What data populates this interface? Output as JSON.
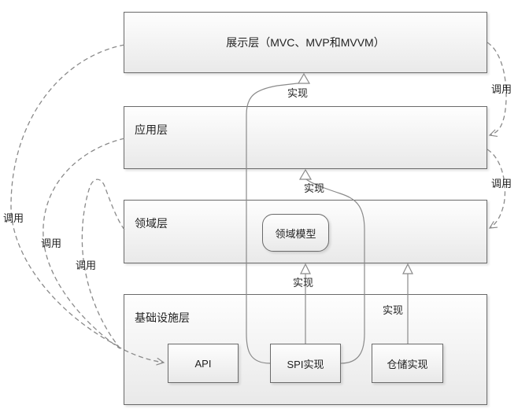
{
  "diagram": {
    "title_hint": "DDD layered architecture diagram",
    "layers": [
      {
        "id": "presentation",
        "label": "展示层（MVC、MVP和MVVM）"
      },
      {
        "id": "application",
        "label": "应用层"
      },
      {
        "id": "domain",
        "label": "领域层"
      },
      {
        "id": "infrastructure",
        "label": "基础设施层"
      }
    ],
    "nodes": [
      {
        "id": "domain-model",
        "label": "领域模型",
        "shape": "rounded-rect"
      },
      {
        "id": "api",
        "label": "API",
        "shape": "rect"
      },
      {
        "id": "spi-impl",
        "label": "SPI实现",
        "shape": "rect"
      },
      {
        "id": "repo-impl",
        "label": "仓储实现",
        "shape": "rect"
      }
    ],
    "connectors": [
      {
        "from": "presentation",
        "to": "api",
        "type": "call-dashed",
        "label": "调用"
      },
      {
        "from": "application",
        "to": "api",
        "type": "call-dashed",
        "label": "调用"
      },
      {
        "from": "domain",
        "to": "api",
        "type": "call-dashed",
        "label": "调用"
      },
      {
        "from": "presentation",
        "to": "application",
        "type": "call-dashed",
        "label": "调用"
      },
      {
        "from": "application",
        "to": "domain",
        "type": "call-dashed",
        "label": "调用"
      },
      {
        "from": "spi-impl",
        "to": "presentation",
        "type": "realization",
        "label": "实现"
      },
      {
        "from": "spi-impl",
        "to": "application",
        "type": "realization",
        "label": "实现"
      },
      {
        "from": "spi-impl",
        "to": "domain",
        "type": "realization",
        "label": "实现"
      },
      {
        "from": "repo-impl",
        "to": "domain",
        "type": "realization",
        "label": "实现"
      }
    ],
    "colors": {
      "box_border": "#6a6a6a",
      "box_fill_top": "#fefefe",
      "box_fill_bottom": "#e9e9e9",
      "line_color": "#8a8a8a",
      "text_color": "#222222"
    }
  }
}
